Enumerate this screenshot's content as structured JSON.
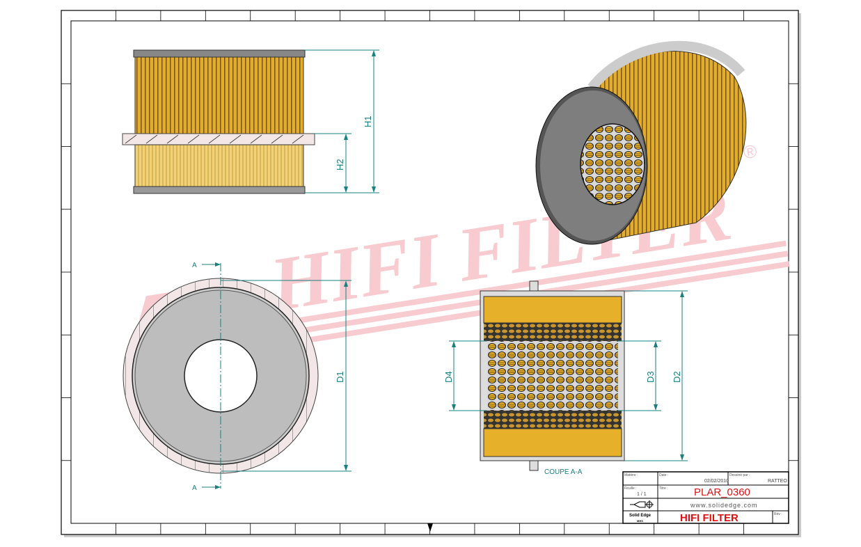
{
  "watermark": {
    "text": "HIFI FILTER",
    "registered": "®"
  },
  "views": {
    "side_view": {
      "dims": {
        "h1": "H1",
        "h2": "H2"
      }
    },
    "front_view": {
      "section_mark_top": "A",
      "section_mark_bottom": "A",
      "dims": {
        "d1": "D1"
      }
    },
    "section_view": {
      "caption": "COUPE A-A",
      "dims": {
        "d2": "D2",
        "d3": "D3",
        "d4": "D4"
      }
    }
  },
  "title_block": {
    "material_label": "Matière :",
    "date_label": "Date :",
    "date": "02/02/2010",
    "drawn_by_label": "Dessiné par :",
    "drawn_by": "RATTEO",
    "sheet_label": "Feuille :",
    "sheet": "1 / 1",
    "title_label": "Titre :",
    "part_number": "PLAR_0360",
    "website": "www.solidedge.com",
    "software": "Solid Edge",
    "software_sub": "MHS",
    "company": "HIFI FILTER",
    "rev_label": "Rév :"
  },
  "colors": {
    "dimension": "#1a7f7f",
    "filter_media": "#e6b02a",
    "watermark": "#f7c6cc",
    "title_red": "#e01010"
  }
}
